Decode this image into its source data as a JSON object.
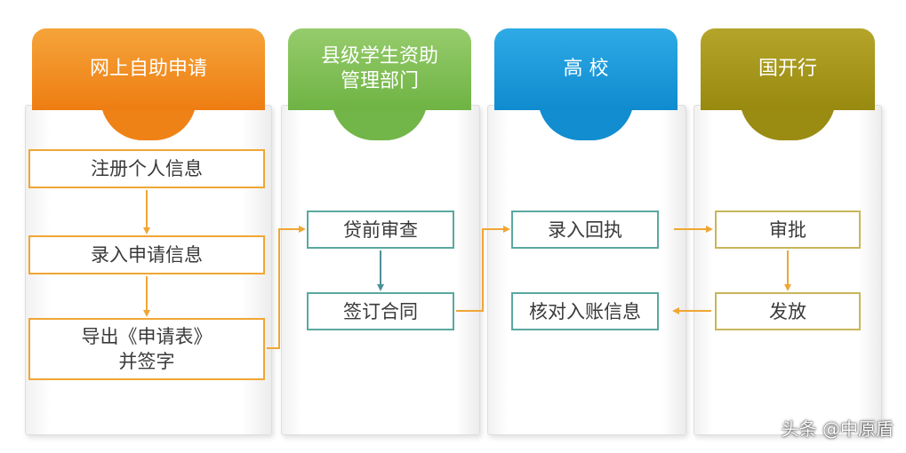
{
  "columns": [
    {
      "header": [
        "网上自助申请"
      ],
      "color": "#f18a1c",
      "steps": [
        "注册个人信息",
        "录入申请信息",
        "导出《申请表》\n并签字"
      ]
    },
    {
      "header": [
        "县级学生资助",
        "管理部门"
      ],
      "color": "#7fbf55",
      "steps": [
        "贷前审查",
        "签订合同"
      ]
    },
    {
      "header": [
        "高 校"
      ],
      "color": "#1a9ad8",
      "steps": [
        "录入回执",
        "核对入账信息"
      ]
    },
    {
      "header": [
        "国开行"
      ],
      "color": "#a3931b",
      "steps": [
        "审批",
        "发放"
      ]
    }
  ],
  "watermark": "头条 @中原盾",
  "colors": {
    "arrow_orange": "#f0a634",
    "arrow_teal": "#4f8f9a"
  }
}
